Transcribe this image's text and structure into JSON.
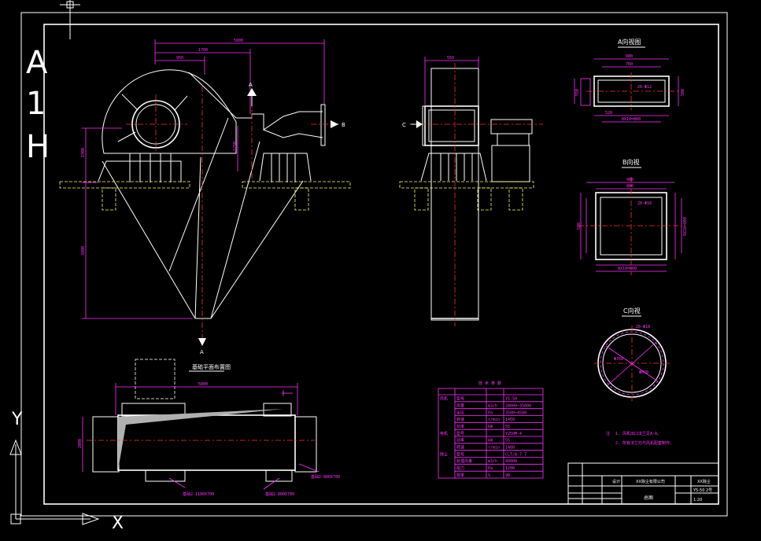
{
  "sheet": {
    "size_letters": [
      "A",
      "1",
      "H"
    ],
    "ucs_y": "Y",
    "ucs_x": "X"
  },
  "front_view": {
    "dim_top_total": "5000",
    "dim_top_mid": "1700",
    "dim_top_inner": "950",
    "dim_left_upper": "1900",
    "dim_left_lower": "3900",
    "dim_inner_height": "1250",
    "section_A": "A",
    "section_B": "B"
  },
  "side_view": {
    "dim_top": "550",
    "section_C": "C"
  },
  "section_views": {
    "title_A": "A向视图",
    "title_B": "B向视",
    "title_C": "C向视",
    "dimsA": [
      "880",
      "760",
      "520",
      "550",
      "500",
      "8X10=800",
      "20-Φ12",
      "550"
    ],
    "dimsB": [
      "960",
      "880",
      "580",
      "560",
      "20-Φ18",
      "8X10=800",
      "8X10=800"
    ],
    "dimsC": [
      "20-Φ18",
      "Φ760",
      "Φ670"
    ]
  },
  "plan_view": {
    "title": "基础平面布置图",
    "dim_total": "5800",
    "dim_height": "2000",
    "callout_left": "基础2-1100X700",
    "callout_mid": "基础2-800X700",
    "callout_right": "基础2-800X700"
  },
  "tech_table": {
    "title": "技 术 参 数",
    "rows": [
      [
        "风机",
        "型号",
        "Y5-50"
      ],
      [
        "",
        "风量",
        "m3/h",
        "20000~35000"
      ],
      [
        "",
        "全压",
        "Pa",
        "3500~4500"
      ],
      [
        "",
        "转速",
        "r/min",
        "1450"
      ],
      [
        "",
        "功率",
        "kW",
        "55"
      ],
      [
        "电机",
        "型号",
        "Y250M-4"
      ],
      [
        "",
        "功率",
        "kW",
        "55"
      ],
      [
        "",
        "转速",
        "r/min",
        "1480"
      ],
      [
        "除尘",
        "型号",
        "CLT/A-7.7"
      ],
      [
        "",
        "处理风量",
        "m3/h",
        "40000"
      ],
      [
        "",
        "阻力",
        "Pa",
        "1200"
      ],
      [
        "",
        "效率",
        "%",
        "98"
      ]
    ]
  },
  "notes": {
    "label": "注",
    "line1": "1. 风机出口法兰见A-A。",
    "line2": "2. 所有法兰均与风机配套制作。"
  },
  "title_block": {
    "col1": "设计",
    "col2": "XX除尘有限公司",
    "col3": "XX除尘",
    "col4": "Y5-50 2号",
    "title": "总图",
    "scale": "1:20"
  }
}
